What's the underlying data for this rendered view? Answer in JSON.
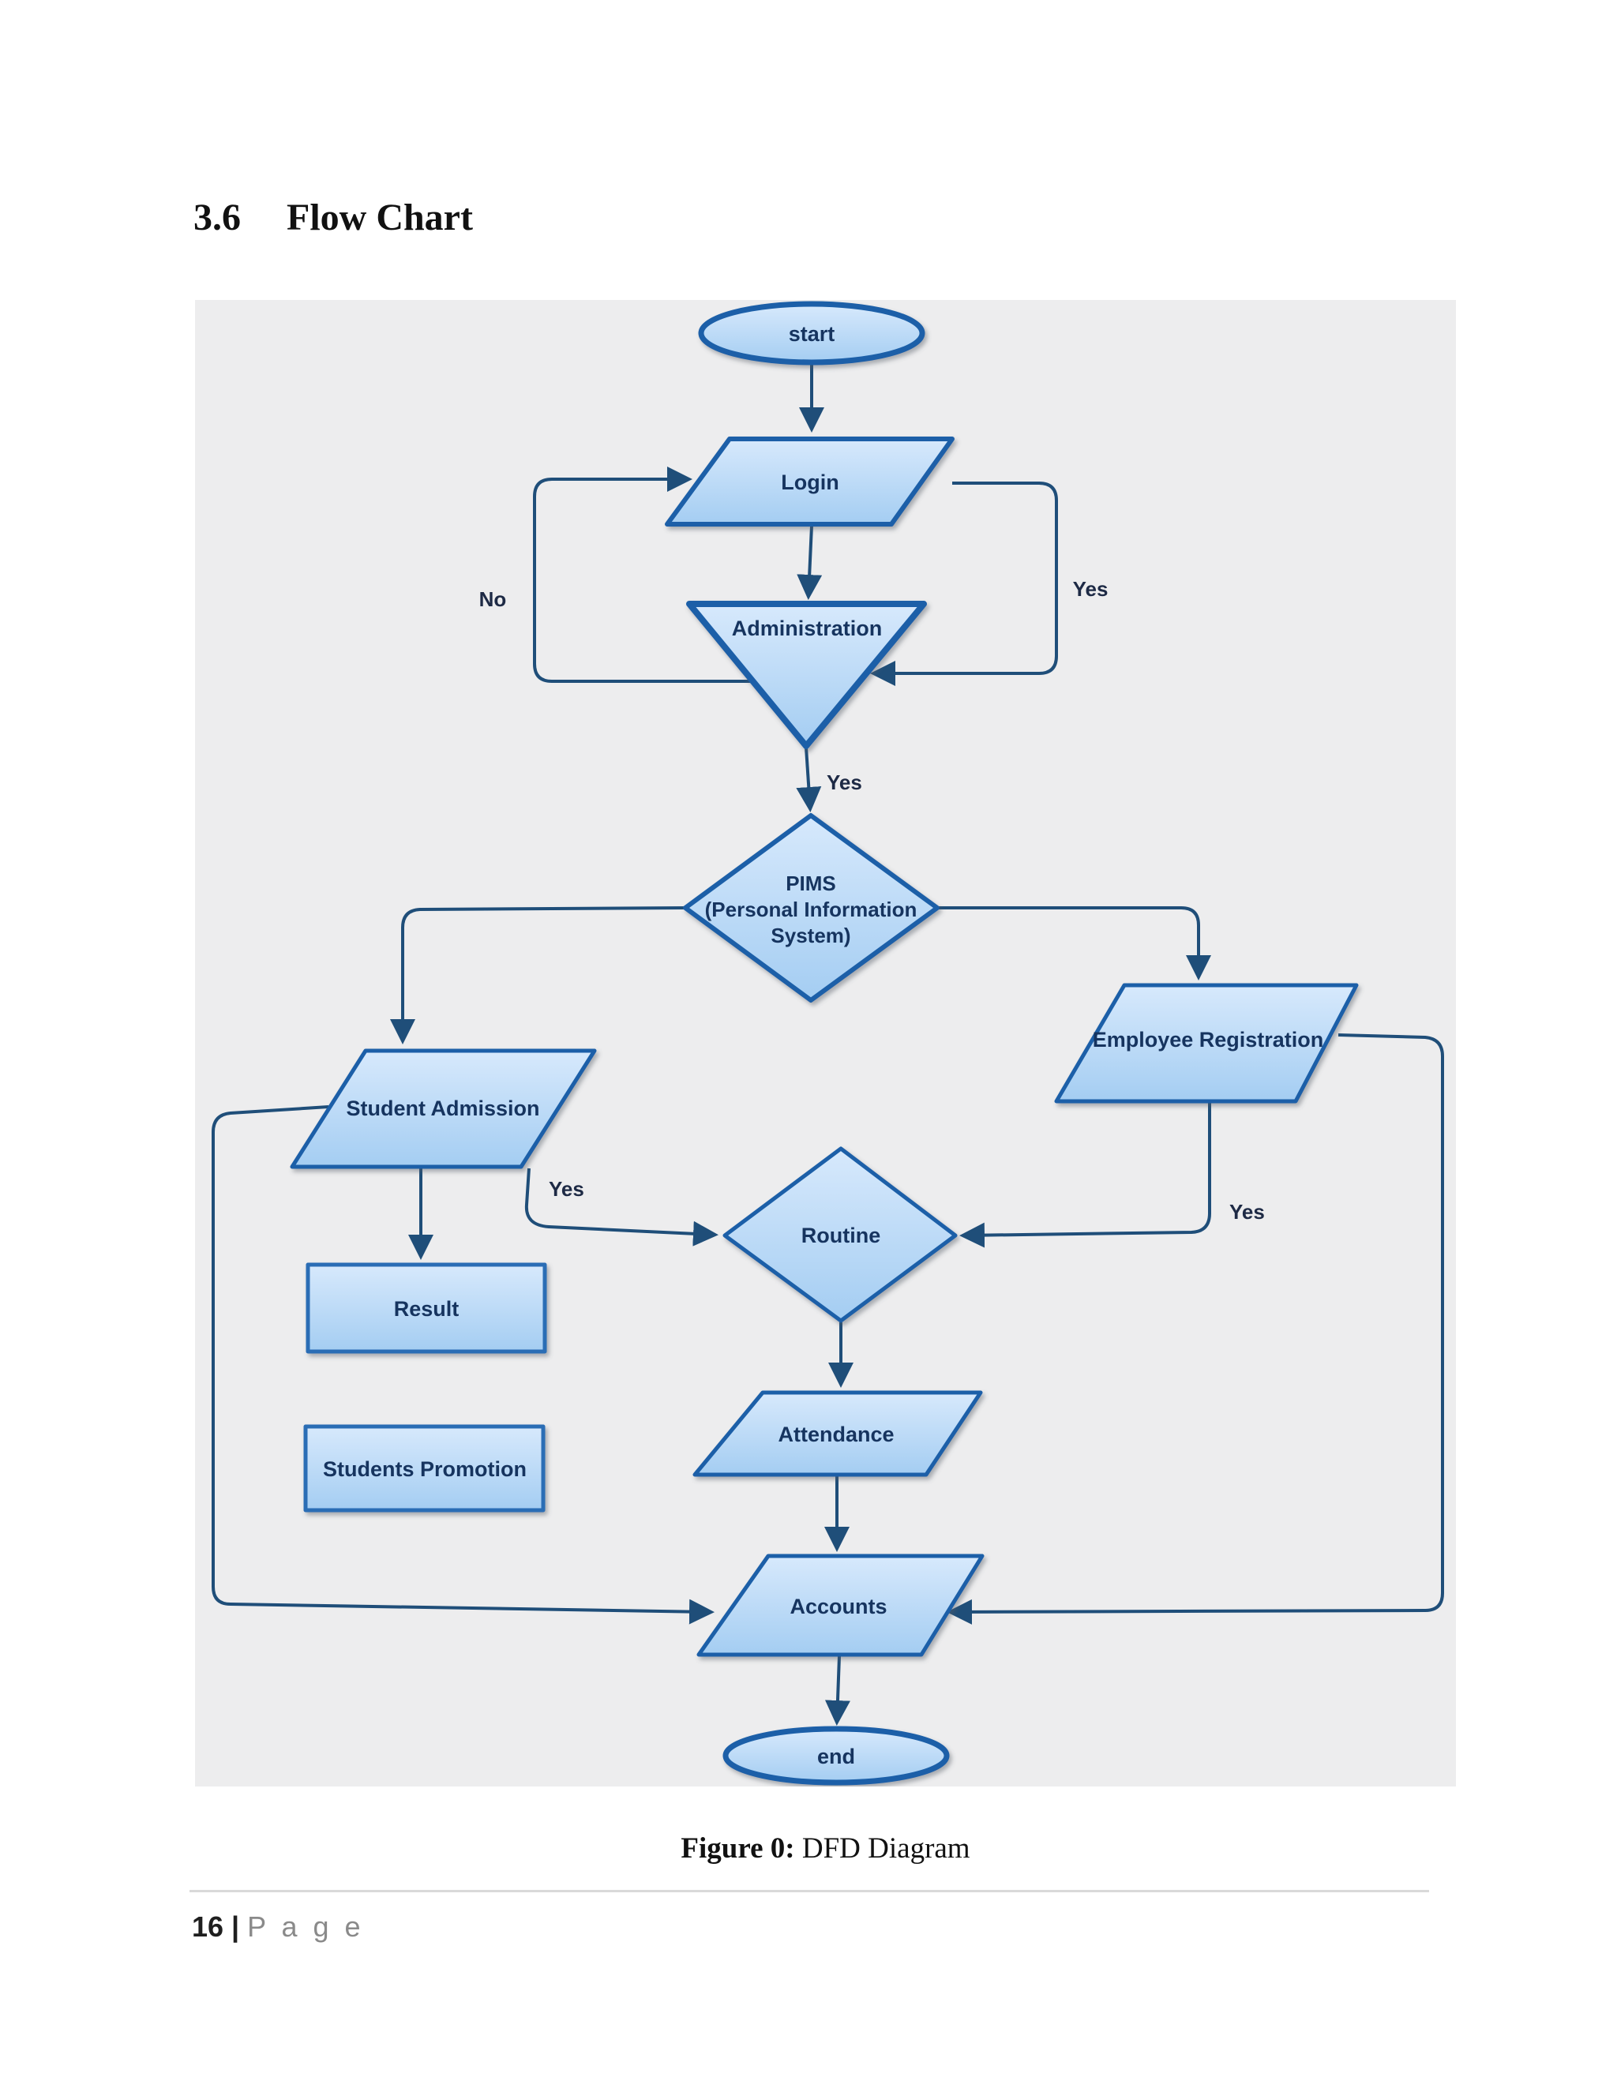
{
  "page": {
    "heading": {
      "number": "3.6",
      "title": "Flow Chart"
    },
    "caption": {
      "label": "Figure 0:",
      "text": "DFD Diagram"
    },
    "footer": {
      "page_number": "16",
      "separator": "|",
      "page_label": "P a g e"
    }
  },
  "flowchart": {
    "colors": {
      "canvas_background": "#ededee",
      "node_fill_top": "#d7e9fc",
      "node_fill_bottom": "#a4cdf2",
      "node_border": "#1a5fa8",
      "rect_border": "#2a6db5",
      "connector": "#1f4e79",
      "node_text": "#16345f",
      "edge_label_text": "#1e2a45"
    },
    "nodes": {
      "start": "start",
      "login": "Login",
      "administration": "Administration",
      "pims_line1": "PIMS",
      "pims_line2": "(Personal Information",
      "pims_line3": "System)",
      "student_admission": "Student Admission",
      "employee_registration": "Employee Registration",
      "routine": "Routine",
      "result": "Result",
      "students_promotion": "Students Promotion",
      "attendance": "Attendance",
      "accounts": "Accounts",
      "end": "end"
    },
    "edge_labels": {
      "no": "No",
      "admin_to_login_yes": "Yes",
      "admin_to_pims_yes": "Yes",
      "student_to_routine_yes": "Yes",
      "employee_to_routine_yes": "Yes"
    },
    "edges": [
      {
        "from": "start",
        "to": "login",
        "label": ""
      },
      {
        "from": "login",
        "to": "administration",
        "label": ""
      },
      {
        "from": "administration",
        "to": "login",
        "label": "No"
      },
      {
        "from": "login",
        "to": "administration",
        "label": "Yes"
      },
      {
        "from": "administration",
        "to": "pims",
        "label": "Yes"
      },
      {
        "from": "pims",
        "to": "student_admission",
        "label": ""
      },
      {
        "from": "pims",
        "to": "employee_registration",
        "label": ""
      },
      {
        "from": "student_admission",
        "to": "result",
        "label": ""
      },
      {
        "from": "student_admission",
        "to": "routine",
        "label": "Yes"
      },
      {
        "from": "employee_registration",
        "to": "routine",
        "label": "Yes"
      },
      {
        "from": "result",
        "to": "students_promotion",
        "label": ""
      },
      {
        "from": "routine",
        "to": "attendance",
        "label": ""
      },
      {
        "from": "attendance",
        "to": "accounts",
        "label": ""
      },
      {
        "from": "student_admission",
        "to": "accounts",
        "label": ""
      },
      {
        "from": "employee_registration",
        "to": "accounts",
        "label": ""
      },
      {
        "from": "accounts",
        "to": "end",
        "label": ""
      }
    ]
  }
}
